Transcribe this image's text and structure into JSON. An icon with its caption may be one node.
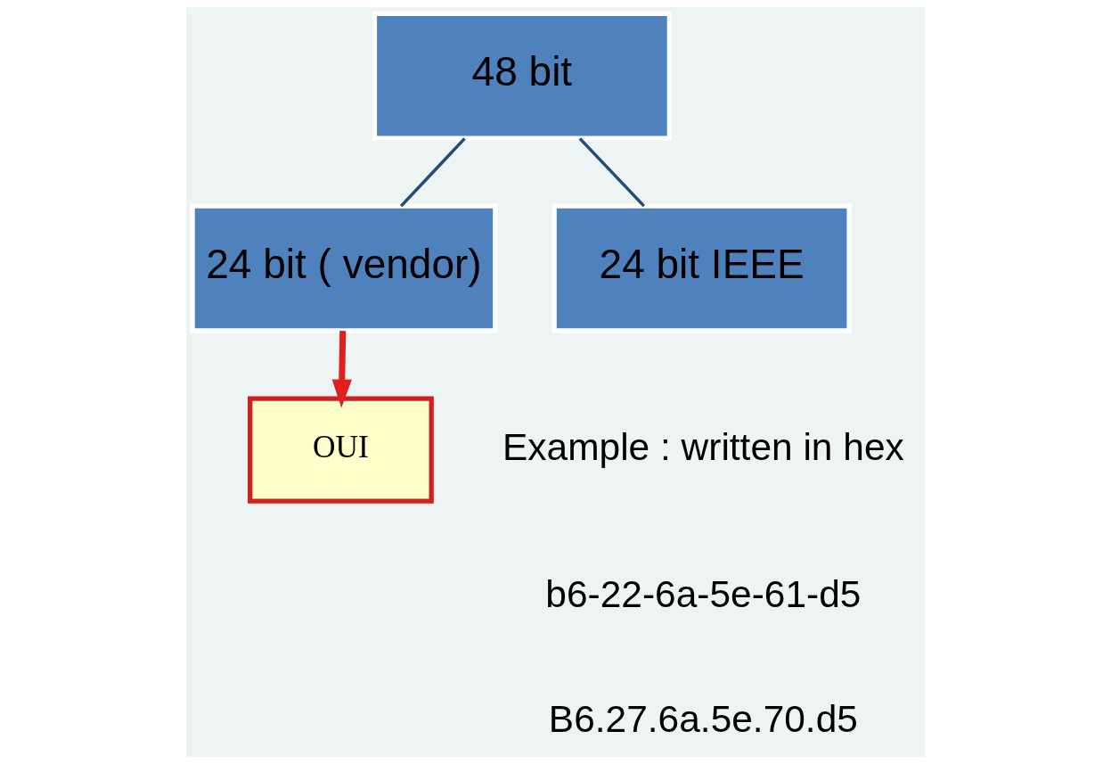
{
  "diagram": {
    "nodes": [
      {
        "text": [
          "48 bit"
        ]
      },
      {
        "text": [
          "24 bit ( vendor)"
        ]
      },
      {
        "text": [
          "24 bit IEEE"
        ]
      },
      {
        "text": [
          "OUI"
        ]
      }
    ],
    "edges": [
      {
        "from": 0,
        "to": 1,
        "arrow": "none"
      },
      {
        "from": 0,
        "to": 2,
        "arrow": "none"
      },
      {
        "from": 1,
        "to": 3,
        "arrow": "to",
        "style": "thick",
        "color": "#e02020"
      }
    ],
    "labels": [
      "Example : written in hex",
      "b6-22-6a-5e-61-d5",
      "B6.27.6a.5e.70.d5"
    ]
  }
}
